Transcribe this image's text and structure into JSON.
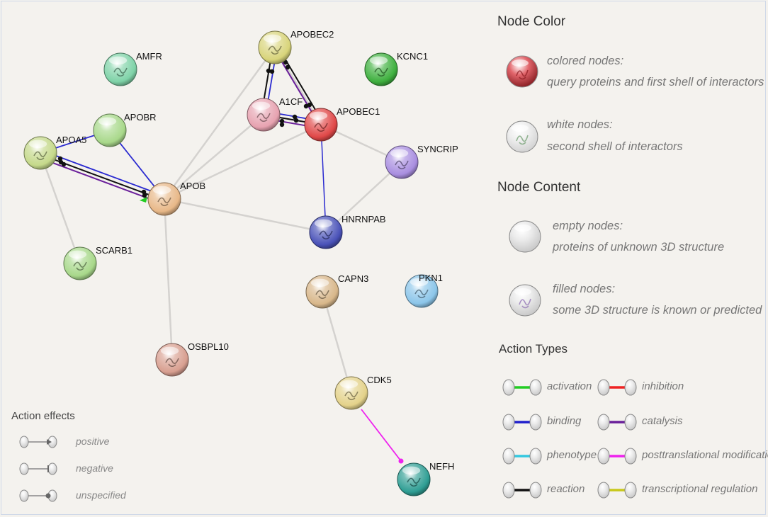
{
  "nodes": [
    {
      "id": "AMFR",
      "color": "#7fd3a8"
    },
    {
      "id": "APOBEC2",
      "color": "#d8d47a"
    },
    {
      "id": "KCNC1",
      "color": "#3fb03f"
    },
    {
      "id": "A1CF",
      "color": "#e7a2b0"
    },
    {
      "id": "APOBEC1",
      "color": "#e04848"
    },
    {
      "id": "APOBR",
      "color": "#a8d88a"
    },
    {
      "id": "APOA5",
      "color": "#c5d98a"
    },
    {
      "id": "APOB",
      "color": "#e8b888"
    },
    {
      "id": "SYNCRIP",
      "color": "#a98ee0"
    },
    {
      "id": "HNRNPAB",
      "color": "#4a52b8"
    },
    {
      "id": "SCARB1",
      "color": "#a8d88a"
    },
    {
      "id": "CAPN3",
      "color": "#d8b78a"
    },
    {
      "id": "PKN1",
      "color": "#8cc6ea"
    },
    {
      "id": "OSBPL10",
      "color": "#d89f90"
    },
    {
      "id": "CDK5",
      "color": "#e4d28a"
    },
    {
      "id": "NEFH",
      "color": "#2f9e94"
    }
  ],
  "legend": {
    "node_color": {
      "title": "Node Color",
      "colored_head": "colored nodes:",
      "colored_desc": "query proteins and first shell of interactors",
      "white_head": "white nodes:",
      "white_desc": "second shell of interactors"
    },
    "node_content": {
      "title": "Node Content",
      "empty_head": "empty nodes:",
      "empty_desc": "proteins of unknown 3D structure",
      "filled_head": "filled nodes:",
      "filled_desc": "some 3D structure is known or predicted"
    },
    "action_types": {
      "title": "Action Types",
      "items": [
        {
          "label": "activation",
          "color": "#22cc22"
        },
        {
          "label": "inhibition",
          "color": "#ee2222"
        },
        {
          "label": "binding",
          "color": "#2020cc"
        },
        {
          "label": "catalysis",
          "color": "#6a1f9a"
        },
        {
          "label": "phenotype",
          "color": "#33c8e0"
        },
        {
          "label": "posttranslational modification",
          "color": "#ee22ee"
        },
        {
          "label": "reaction",
          "color": "#111111"
        },
        {
          "label": "transcriptional regulation",
          "color": "#c8c81a"
        }
      ]
    }
  },
  "action_effects": {
    "title": "Action effects",
    "items": [
      {
        "label": "positive",
        "marker": "arrow"
      },
      {
        "label": "negative",
        "marker": "bar"
      },
      {
        "label": "unspecified",
        "marker": "dot"
      }
    ]
  }
}
